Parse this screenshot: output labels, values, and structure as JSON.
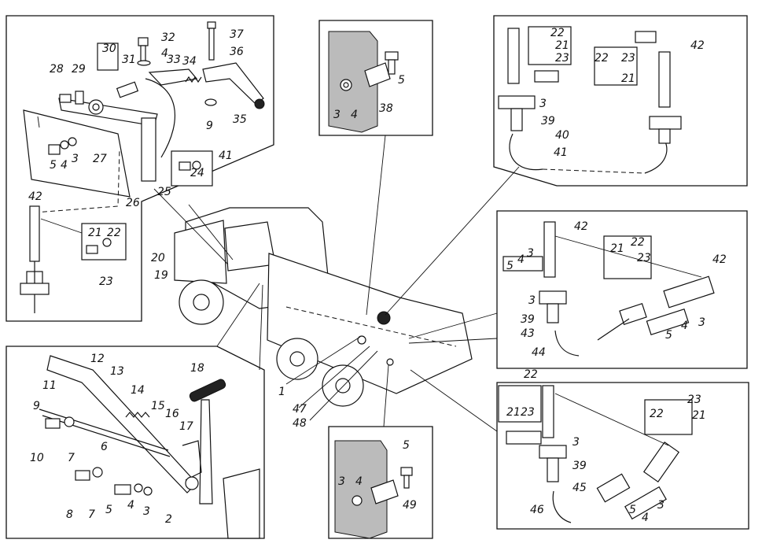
{
  "callouts": {
    "tl": [
      "28",
      "29",
      "30",
      "31",
      "32",
      "4",
      "33",
      "34",
      "37",
      "36",
      "27",
      "26",
      "25",
      "24",
      "41",
      "9",
      "35",
      "5",
      "4",
      "3",
      "42",
      "21",
      "22",
      "23"
    ],
    "tc": [
      "5",
      "3",
      "4",
      "38"
    ],
    "tr": [
      "22",
      "21",
      "23",
      "22",
      "23",
      "21",
      "42",
      "3",
      "39",
      "40",
      "41"
    ],
    "mr": [
      "42",
      "5",
      "4",
      "3",
      "21",
      "22",
      "23",
      "42",
      "3",
      "39",
      "43",
      "44",
      "5",
      "4",
      "3"
    ],
    "br": [
      "22",
      "21",
      "23",
      "3",
      "39",
      "45",
      "46",
      "23",
      "22",
      "21",
      "5",
      "4",
      "3"
    ],
    "bc": [
      "5",
      "3",
      "4",
      "49"
    ],
    "bl": [
      "12",
      "13",
      "11",
      "9",
      "14",
      "18",
      "15",
      "16",
      "17",
      "10",
      "7",
      "6",
      "8",
      "7",
      "5",
      "4",
      "3",
      "2"
    ],
    "truck": [
      "20",
      "19",
      "1",
      "47",
      "48"
    ]
  }
}
